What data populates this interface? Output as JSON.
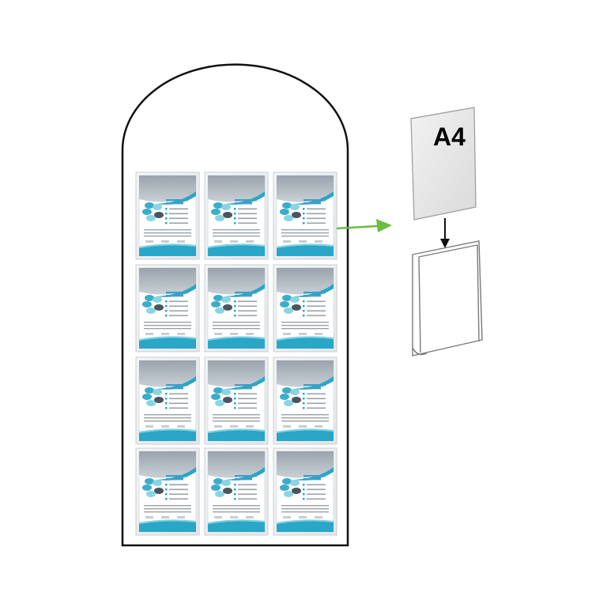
{
  "scene": {
    "rows": 4,
    "columns": 3,
    "pocket_label": "A4",
    "colors": {
      "frame": "#111111",
      "pocket_glass": "#e9ecee",
      "poster_header": "#aeb7c0",
      "poster_header_dark": "#8f99a3",
      "teal": "#2aa6c6",
      "teal_light": "#7fd0e3",
      "petal_dark": "#3c4650",
      "arrow_green": "#6bbd3f",
      "arrow_black": "#111111"
    },
    "icons": [
      "arched-display-frame",
      "a4-pocket",
      "green-arrow-icon",
      "down-arrow-icon",
      "open-pocket-icon"
    ]
  }
}
